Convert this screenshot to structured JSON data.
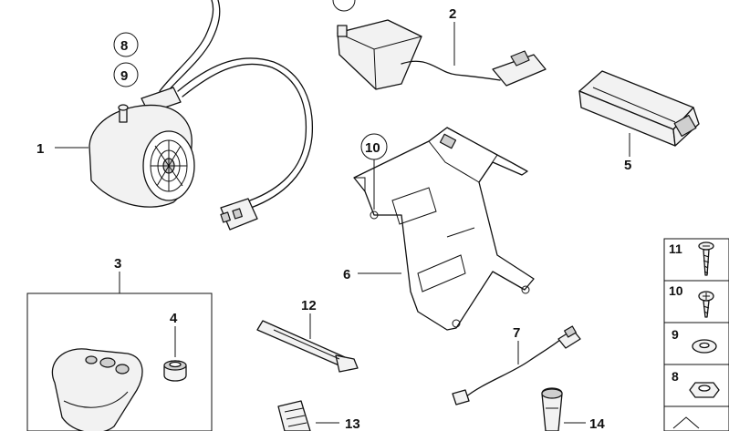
{
  "callouts": {
    "p1": "1",
    "p2": "2",
    "p3": "3",
    "p4": "4",
    "p5": "5",
    "p6": "6",
    "p7": "7",
    "p8": "8",
    "p9": "9",
    "p10": "10",
    "p11": "11",
    "p12": "12",
    "p13": "13",
    "p14": "14"
  },
  "sidebar": {
    "items": [
      {
        "label": "11",
        "part": "screw-long"
      },
      {
        "label": "10",
        "part": "screw-short"
      },
      {
        "label": "9",
        "part": "washer"
      },
      {
        "label": "8",
        "part": "nut"
      }
    ]
  },
  "icons": {
    "siren": "alarm-siren-icon",
    "module": "control-module-icon",
    "sensor": "sensor-unit-icon",
    "bracket": "bracket-icon",
    "cable": "cable-icon",
    "remote": "remote-key-icon",
    "grommet": "grommet-icon",
    "tie": "cable-tie-icon",
    "clip": "clip-icon",
    "plug": "plug-icon"
  }
}
